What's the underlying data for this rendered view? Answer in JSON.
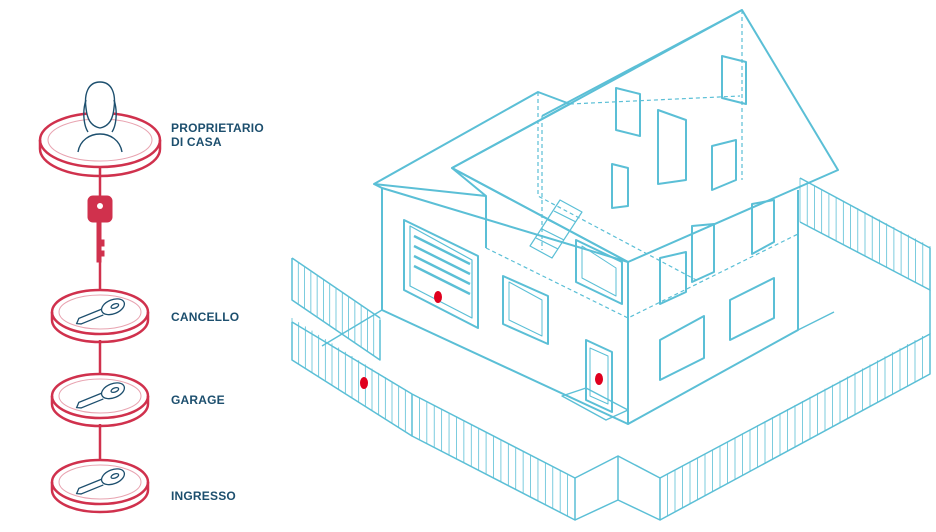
{
  "hierarchy": {
    "owner": {
      "label_line1": "PROPRIETARIO",
      "label_line2": "DI CASA",
      "icon": "person-icon"
    },
    "master_key_icon": "master-key-icon",
    "locks": [
      {
        "label": "CANCELLO",
        "icon": "key-icon"
      },
      {
        "label": "GARAGE",
        "icon": "key-icon"
      },
      {
        "label": "INGRESSO",
        "icon": "key-icon"
      }
    ]
  },
  "illustration": {
    "subject": "house-icon",
    "lock_markers": [
      "gate-lock-dot",
      "garage-lock-dot",
      "entrance-lock-dot"
    ]
  },
  "colors": {
    "accent": "#d0314d",
    "line": "#5bbfd6",
    "text": "#1d4f6e",
    "lock_dot": "#e0001e"
  }
}
